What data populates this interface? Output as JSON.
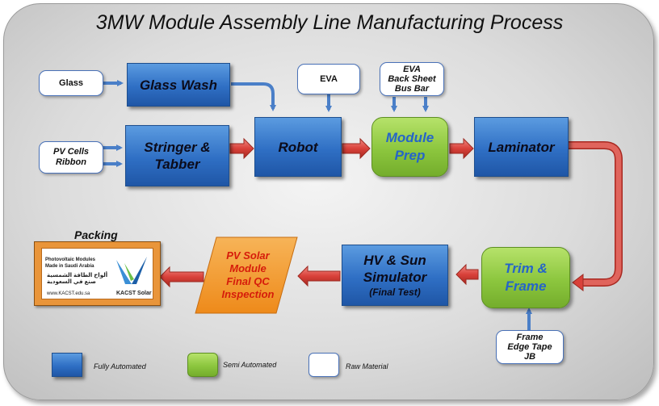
{
  "title": "3MW Module Assembly Line Manufacturing Process",
  "inputs": {
    "glass": "Glass",
    "pv_cells": [
      "PV Cells",
      "Ribbon"
    ],
    "eva_robot": "EVA",
    "eva_prep": [
      "EVA",
      "Back Sheet",
      "Bus Bar"
    ],
    "trim_inputs": [
      "Frame",
      "Edge Tape",
      "JB"
    ]
  },
  "stations": {
    "glass_wash": "Glass Wash",
    "stringer": [
      "Stringer &",
      "Tabber"
    ],
    "robot": "Robot",
    "module_prep": [
      "Module",
      "Prep"
    ],
    "laminator": "Laminator",
    "trim_frame": [
      "Trim &",
      "Frame"
    ],
    "hv_sun": [
      "HV & Sun",
      "Simulator"
    ],
    "hv_sub": "(Final Test)",
    "qc": [
      "PV Solar",
      "Module",
      "Final QC",
      "Inspection"
    ]
  },
  "packing": {
    "label": "Packing",
    "lines_en": [
      "Photovoltaic Modules",
      "Made in Saudi Arabia"
    ],
    "lines_ar": [
      "ألواح الطاقة الشمسية",
      "صنع في السعودية"
    ],
    "url": "www.KACST.edu.sa",
    "brand": "KACST Solar"
  },
  "legend": {
    "fully": "Fully Automated",
    "semi": "Semi Automated",
    "raw": "Raw Material"
  },
  "colors": {
    "fully_automated": "#2f6fc4",
    "semi_automated": "#8cc63e",
    "raw_material": "#ffffff",
    "flow_arrow": "#d9413a",
    "input_arrow": "#4a7fc8",
    "qc": "#f39a2a"
  }
}
